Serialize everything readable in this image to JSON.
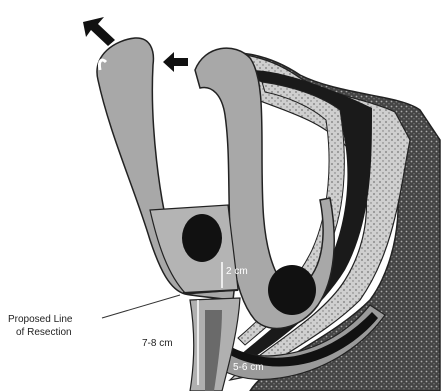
{
  "labels": {
    "proposed_line_1": "Proposed Line",
    "proposed_line_2": "of Resection",
    "seven_eight": "7-8 cm",
    "two_cm": "2 cm",
    "five_cm": "5-6 cm"
  },
  "colors": {
    "tissue": "#a8a8a8",
    "tissue_light": "#c8c8c8",
    "dark": "#1a1a1a",
    "line": "#333333",
    "dots": "#e0e0e0"
  },
  "icons": {
    "arrow_up_left": "arrow-up-left-icon",
    "arrow_left": "arrow-left-icon"
  }
}
